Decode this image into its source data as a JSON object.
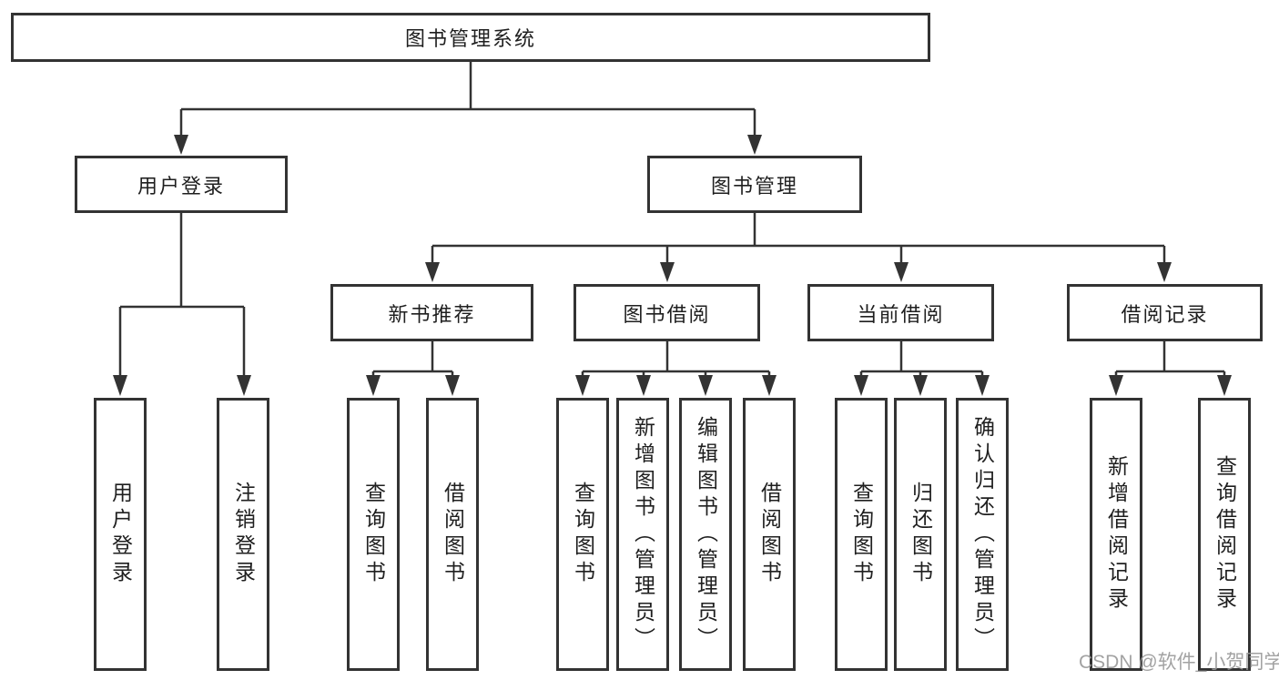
{
  "diagram": {
    "root": {
      "label": "图书管理系统"
    },
    "branches": [
      {
        "label": "用户登录"
      },
      {
        "label": "图书管理"
      }
    ],
    "modules": [
      {
        "label": "新书推荐"
      },
      {
        "label": "图书借阅"
      },
      {
        "label": "当前借阅"
      },
      {
        "label": "借阅记录"
      }
    ],
    "leaves": [
      {
        "label": "用户登录"
      },
      {
        "label": "注销登录"
      },
      {
        "label": "查询图书"
      },
      {
        "label": "借阅图书"
      },
      {
        "label": "查询图书"
      },
      {
        "label": "新增图书（管理员）"
      },
      {
        "label": "编辑图书（管理员）"
      },
      {
        "label": "借阅图书"
      },
      {
        "label": "查询图书"
      },
      {
        "label": "归还图书"
      },
      {
        "label": "确认归还（管理员）"
      },
      {
        "label": "新增借阅记录"
      },
      {
        "label": "查询借阅记录"
      }
    ]
  },
  "watermark": {
    "text": "CSDN @软件_小贺同学"
  },
  "colors": {
    "line": "#333333",
    "box_border": "#333333",
    "text": "#1f1f1f",
    "watermark": "#999999",
    "background": "#ffffff"
  }
}
